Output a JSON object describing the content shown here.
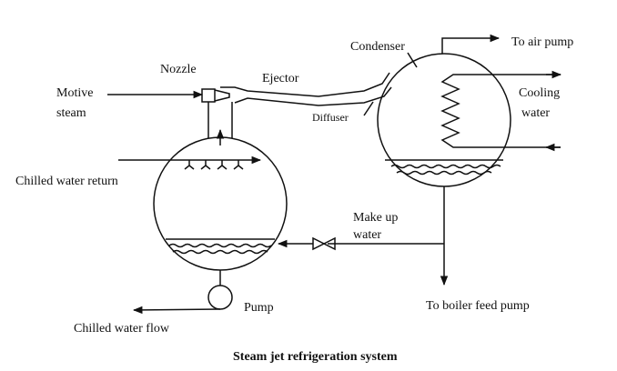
{
  "diagram": {
    "caption": "Steam jet refrigeration system",
    "labels": {
      "nozzle": "Nozzle",
      "ejector": "Ejector",
      "condenser": "Condenser",
      "to_air_pump": "To air pump",
      "motive_1": "Motive",
      "motive_2": "steam",
      "cooling_1": "Cooling",
      "cooling_2": "water",
      "diffuser": "Diffuser",
      "chilled_return": "Chilled water return",
      "makeup_1": "Make up",
      "makeup_2": "water",
      "pump": "Pump",
      "boiler_feed": "To boiler feed pump",
      "chilled_flow": "Chilled water flow"
    }
  }
}
